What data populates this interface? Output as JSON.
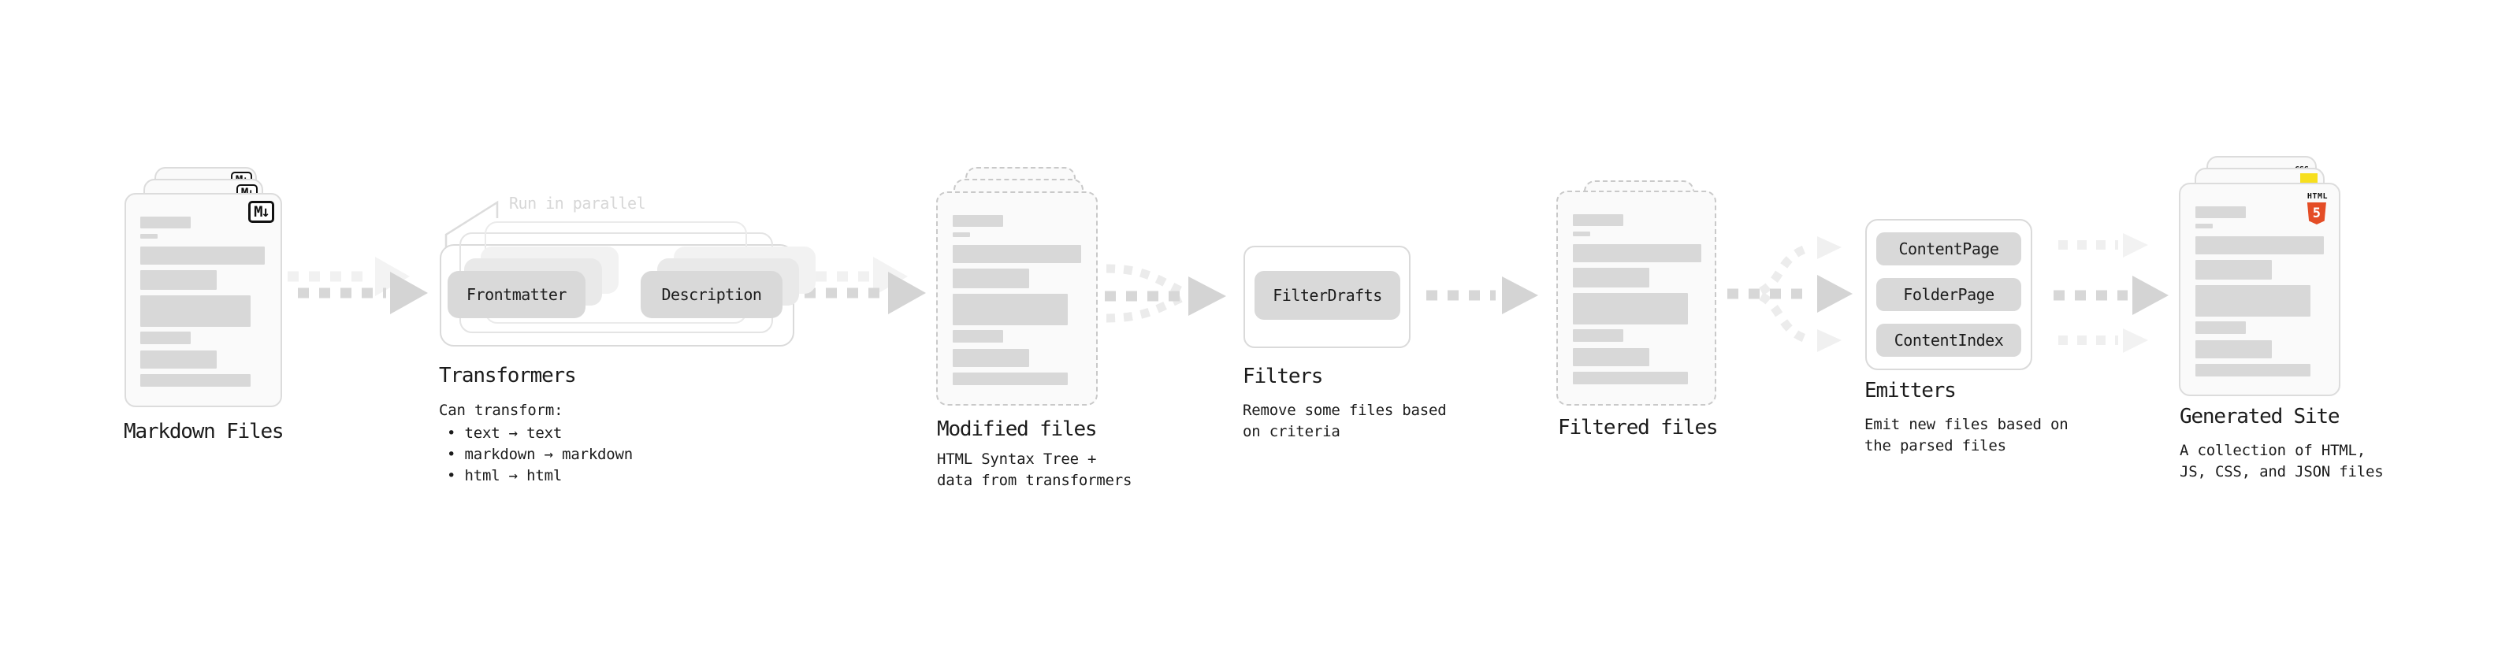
{
  "stages": {
    "markdown": {
      "label": "Markdown Files",
      "badge": "M↓"
    },
    "transformers": {
      "label": "Transformers",
      "note": "Run in parallel",
      "pills": [
        "Frontmatter",
        "Description"
      ],
      "desc_title": "Can transform:",
      "bullets": [
        "• text → text",
        "• markdown → markdown",
        "• html → html"
      ]
    },
    "modified": {
      "label": "Modified files",
      "desc": "HTML Syntax Tree +\ndata from transformers"
    },
    "filters": {
      "label": "Filters",
      "pills": [
        "FilterDrafts"
      ],
      "desc": "Remove some files based\non criteria"
    },
    "filtered": {
      "label": "Filtered files"
    },
    "emitters": {
      "label": "Emitters",
      "pills": [
        "ContentPage",
        "FolderPage",
        "ContentIndex"
      ],
      "desc": "Emit new files based on\nthe parsed files"
    },
    "generated": {
      "label": "Generated Site",
      "desc": "A collection of HTML,\nJS, CSS, and JSON files",
      "badges": {
        "css": "CSS",
        "html_caption": "HTML",
        "html_number": "5"
      }
    }
  },
  "colors": {
    "html5_orange": "#e44d26",
    "js_yellow": "#f7df1e",
    "css_blue": "#2965f1",
    "arrow_gray": "#d5d5d5",
    "arrow_faint": "#ededed"
  }
}
